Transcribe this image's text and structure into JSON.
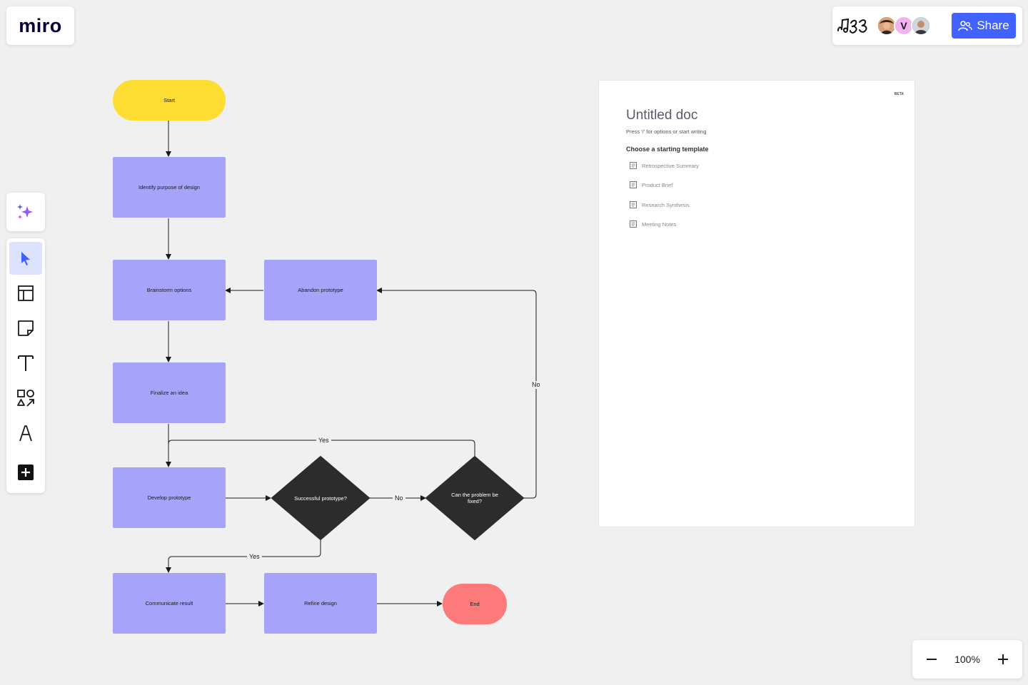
{
  "app": {
    "logo": "miro"
  },
  "header": {
    "board_icon": "board-scribble-icon",
    "avatars": [
      {
        "kind": "photo",
        "color": "#8a5a3c"
      },
      {
        "kind": "initial",
        "initial": "V",
        "color": "#f3b3f0"
      },
      {
        "kind": "photo",
        "color": "#5a4a42"
      }
    ],
    "share_label": "Share"
  },
  "toolbar": {
    "ai_icon": "sparkles-icon",
    "tools": [
      {
        "name": "select",
        "icon": "cursor-icon",
        "active": true
      },
      {
        "name": "templates",
        "icon": "layout-icon"
      },
      {
        "name": "sticky-note",
        "icon": "sticky-note-icon"
      },
      {
        "name": "text",
        "icon": "text-icon"
      },
      {
        "name": "shapes",
        "icon": "shapes-icon"
      },
      {
        "name": "pen",
        "icon": "pen-icon"
      },
      {
        "name": "more",
        "icon": "plus-icon"
      }
    ]
  },
  "flowchart": {
    "nodes": {
      "start": "Start",
      "identify": "Identify purpose of design",
      "brainstorm": "Brainstorm options",
      "abandon": "Abandon prototype",
      "finalize": "Finalize an idea",
      "develop": "Develop prototype",
      "successful": "Successful prototype?",
      "fixable": "Can the problem be fixed?",
      "communicate": "Communicate result",
      "refine": "Refine design",
      "end": "End"
    },
    "edge_labels": {
      "yes_top": "Yes",
      "no_middle": "No",
      "no_right": "No",
      "yes_bottom": "Yes"
    },
    "colors": {
      "process": "#a6a3fb",
      "start": "#fddd32",
      "end": "#fc7b7a",
      "decision": "#2b2c2e"
    }
  },
  "doc": {
    "badge": "BETA",
    "title": "Untitled doc",
    "hint": "Press '/' for options or start writing",
    "choose_label": "Choose a starting template",
    "templates": [
      "Retrospective Summary",
      "Product Brief",
      "Research Synthesis",
      "Meeting Notes"
    ]
  },
  "zoom": {
    "value": "100%"
  },
  "colors": {
    "accent": "#4262ff",
    "canvas": "#f0f0f0"
  }
}
